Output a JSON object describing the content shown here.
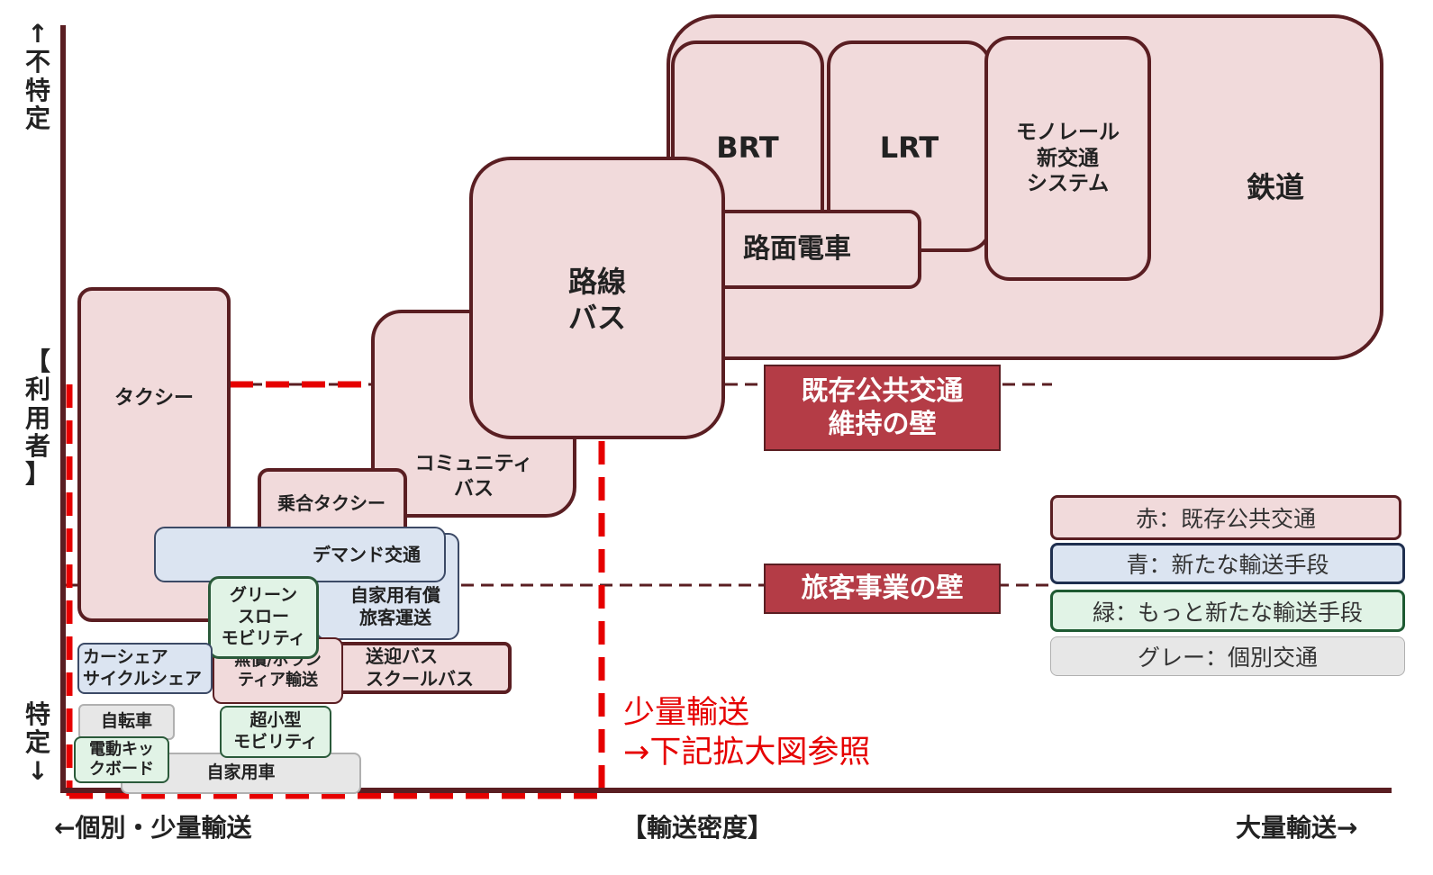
{
  "axis": {
    "y_top": "↑\n不\n特\n定",
    "y_mid": "【\n利\n用\n者\n】",
    "y_bottom": "特\n定\n↓",
    "x_left": "←個別・少量輸送",
    "x_center": "【輸送密度】",
    "x_right": "大量輸送→"
  },
  "boxes": {
    "tetsudo": "鉄道",
    "brt": "BRT",
    "lrt": "LRT",
    "monorail": "モノレール\n新交通\nシステム",
    "romen": "路面電車",
    "rosen_bus": "路線\nバス",
    "community_bus": "コミュニティ\nバス",
    "taxi": "タクシー",
    "noriai_taxi": "乗合タクシー",
    "demand": "デマンド交通",
    "jikayo_yusho": "自家用有償\n旅客運送",
    "green_slow": "グリーン\nスロー\nモビリティ",
    "carshare": "カーシェア\nサイクルシェア",
    "volunteer": "無償/ボラン\nティア輸送",
    "sogei_bus": "送迎バス\nスクールバス",
    "jitensha": "自転車",
    "kickboard": "電動キッ\nクボード",
    "chokogata": "超小型\nモビリティ",
    "jikayosha": "自家用車"
  },
  "walls": {
    "public_transport": "既存公共交通\n維持の壁",
    "passenger_business": "旅客事業の壁"
  },
  "legend": {
    "red": "赤：既存公共交通",
    "blue": "青：新たな輸送手段",
    "green": "緑：もっと新たな輸送手段",
    "gray": "グレー：個別交通"
  },
  "annotation": "少量輸送\n→下記拡大図参照",
  "colors": {
    "axis": "#5a1e22",
    "existing_fill": "#f1dadb",
    "new_fill": "#dbe4f1",
    "newer_fill": "#e1f3e6",
    "individual_fill": "#e7e7e7",
    "wall_fill": "#b43c46",
    "highlight": "#e60000"
  }
}
